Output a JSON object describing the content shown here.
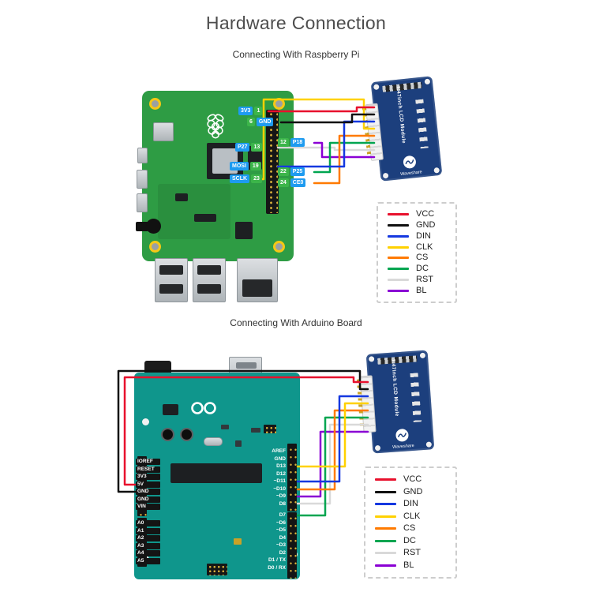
{
  "page": {
    "title": "Hardware Connection",
    "sections": {
      "raspberry_pi": "Connecting With Raspberry Pi",
      "arduino": "Connecting With Arduino Board"
    }
  },
  "colors": {
    "pi_board": "#2e9c44",
    "arduino_board": "#0f968c",
    "lcd_board": "#1c3f7d",
    "badge_blue": "#1e9bf0",
    "badge_green": "#3cb54a"
  },
  "legend": {
    "items": [
      {
        "label": "VCC",
        "color": "#e8112d"
      },
      {
        "label": "GND",
        "color": "#101010"
      },
      {
        "label": "DIN",
        "color": "#1538e0"
      },
      {
        "label": "CLK",
        "color": "#ffd100"
      },
      {
        "label": "CS",
        "color": "#ff7a00"
      },
      {
        "label": "DC",
        "color": "#00a550"
      },
      {
        "label": "RST",
        "color": "#d9d9d9"
      },
      {
        "label": "BL",
        "color": "#8a00d4"
      }
    ]
  },
  "pi": {
    "badges": [
      {
        "label": "3V3",
        "pin": "1"
      },
      {
        "label": "GND",
        "pin": "6"
      },
      {
        "label": "P27",
        "pin": "13"
      },
      {
        "label": "P18",
        "pin": "12"
      },
      {
        "label": "MOSI",
        "pin": "19"
      },
      {
        "label": "P25",
        "pin": "22"
      },
      {
        "label": "SCLK",
        "pin": "23"
      },
      {
        "label": "CE0",
        "pin": "24"
      }
    ]
  },
  "lcd": {
    "name": "1.47inch LCD Module",
    "brand": "Waveshare"
  },
  "arduino": {
    "left_pins": [
      "IOREF",
      "RESET",
      "3V3",
      "5V",
      "GND",
      "GND",
      "VIN",
      "A0",
      "A1",
      "A2",
      "A3",
      "A4",
      "A5"
    ],
    "right_pins": [
      "AREF",
      "GND",
      "D13",
      "D12",
      "~D11",
      "~D10",
      "~D9",
      "D8",
      "D7",
      "~D6",
      "~D5",
      "D4",
      "~D3",
      "D2",
      "D1 / TX",
      "D0 / RX"
    ]
  }
}
